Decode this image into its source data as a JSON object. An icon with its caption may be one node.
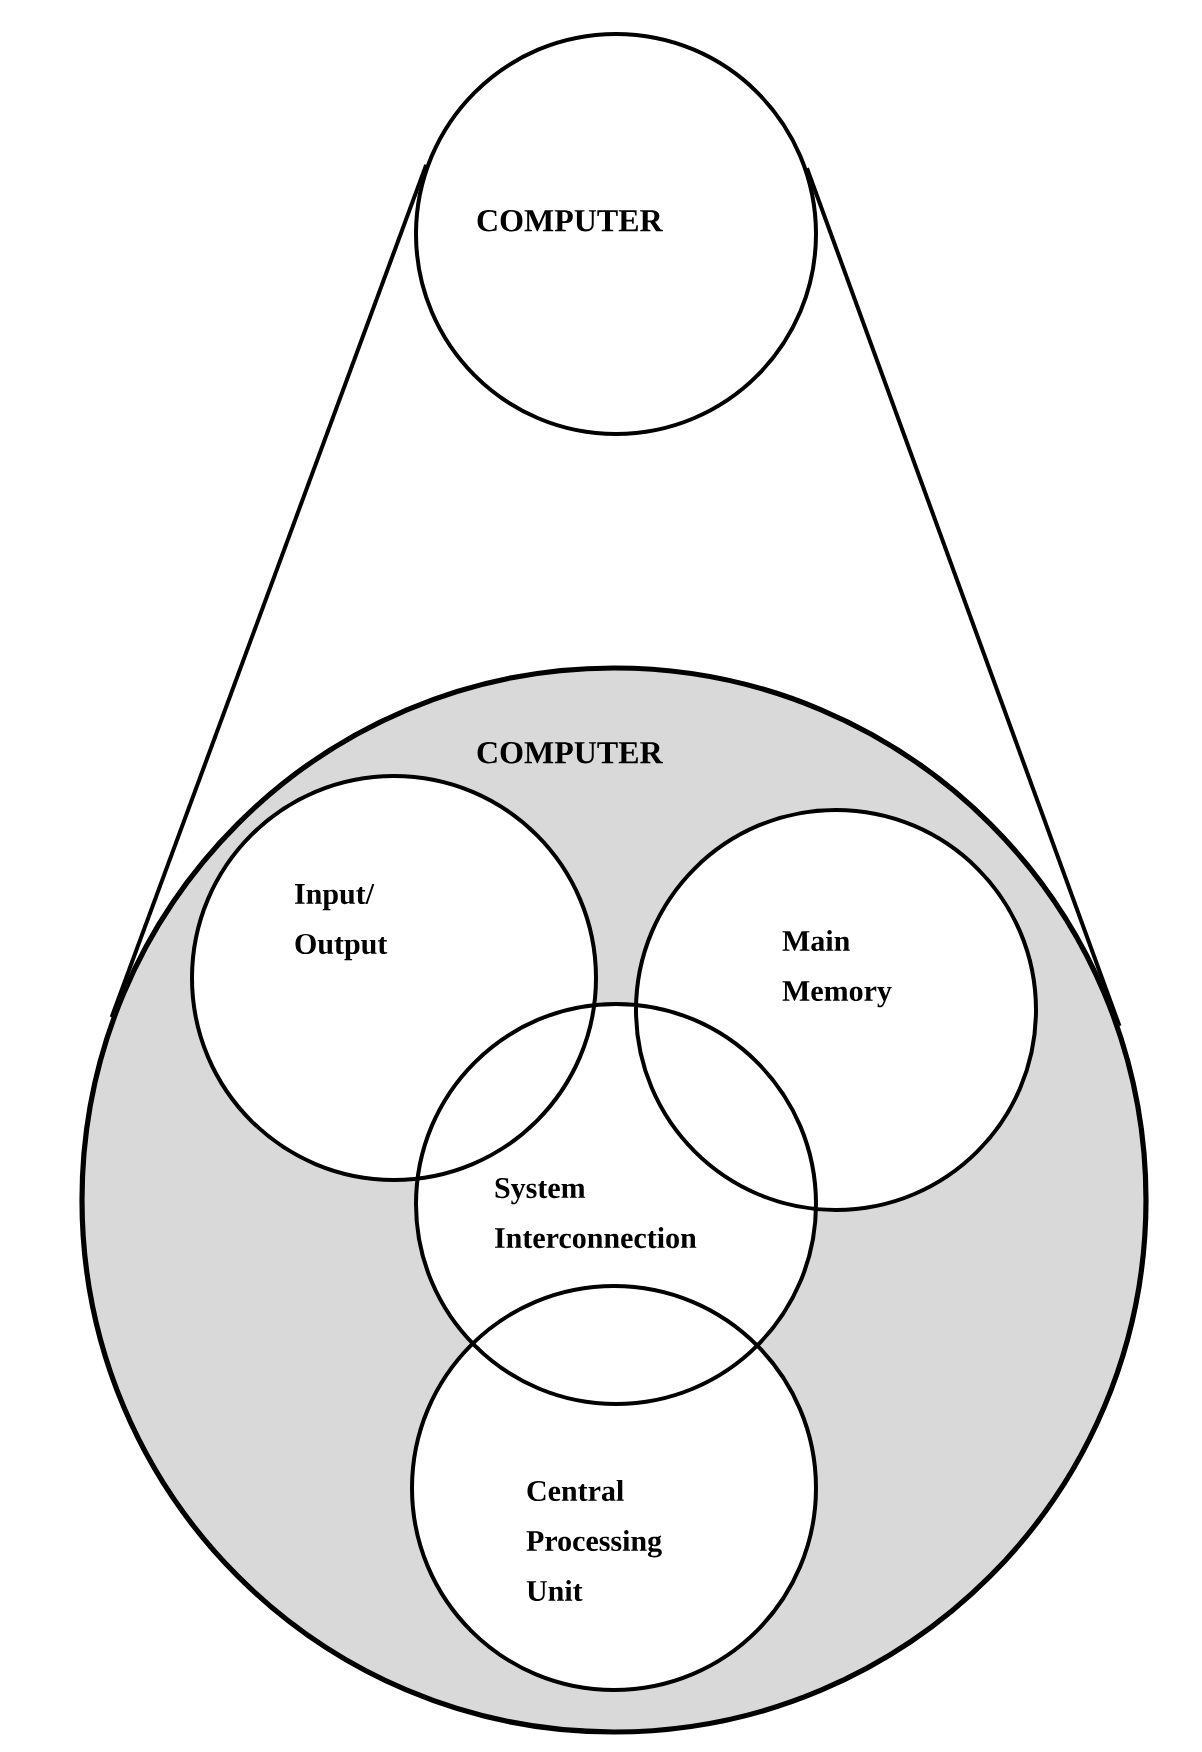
{
  "diagram": {
    "nodes": [
      {
        "text": [
          "COMPUTER"
        ]
      },
      {
        "text": [
          "COMPUTER"
        ]
      },
      {
        "text": [
          "Input/ Output"
        ],
        "in": 1
      },
      {
        "text": [
          "Main Memory"
        ],
        "in": 1
      },
      {
        "text": [
          "System Interconnection"
        ],
        "in": 1
      },
      {
        "text": [
          "Central Processing Unit"
        ],
        "in": 1
      }
    ],
    "edges": [
      {
        "from": 0,
        "to": 1,
        "arrow": "none"
      },
      {
        "from": 0,
        "to": 1,
        "arrow": "none"
      }
    ]
  }
}
